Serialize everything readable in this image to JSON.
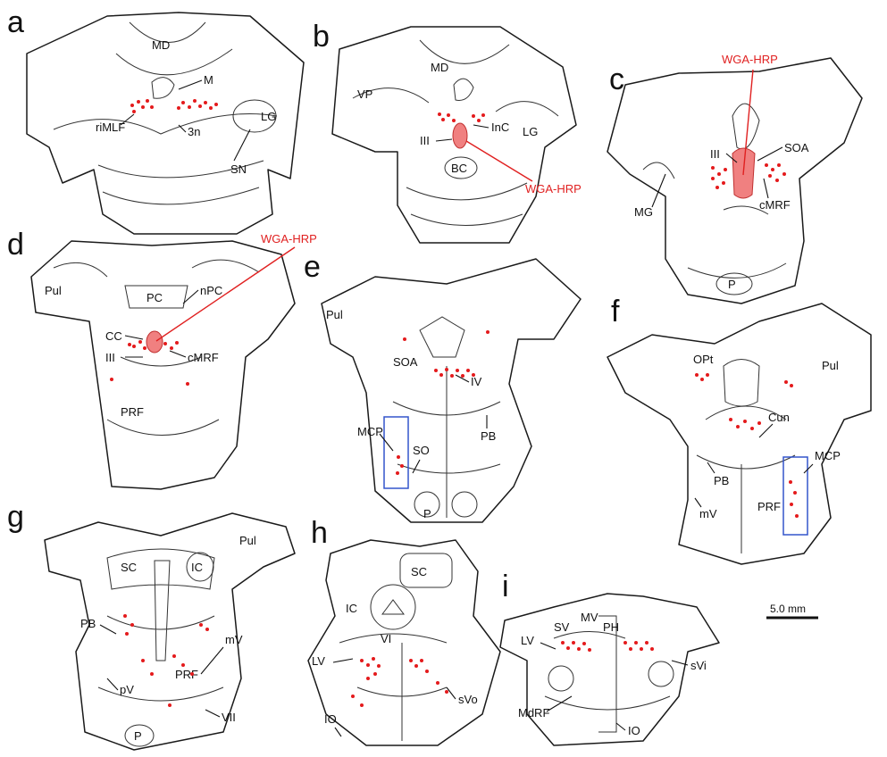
{
  "panels": {
    "a": {
      "letter": "a",
      "labels": {
        "md": "MD",
        "m": "M",
        "rimlf": "riMLF",
        "n3": "3n",
        "lg": "LG",
        "sn": "SN"
      }
    },
    "b": {
      "letter": "b",
      "labels": {
        "md": "MD",
        "vp": "VP",
        "inc": "InC",
        "iii": "III",
        "lg": "LG",
        "bc": "BC",
        "wga": "WGA-HRP"
      }
    },
    "c": {
      "letter": "c",
      "labels": {
        "wga": "WGA-HRP",
        "soa": "SOA",
        "iii": "III",
        "mg": "MG",
        "cmrf": "cMRF",
        "p": "P"
      }
    },
    "d": {
      "letter": "d",
      "labels": {
        "wga": "WGA-HRP",
        "pul": "Pul",
        "pc": "PC",
        "npc": "nPC",
        "cc": "CC",
        "iii": "III",
        "cmrf": "cMRF",
        "prf": "PRF"
      }
    },
    "e": {
      "letter": "e",
      "labels": {
        "pul": "Pul",
        "soa": "SOA",
        "iv": "IV",
        "mcp": "MCP",
        "so": "SO",
        "pb": "PB",
        "p": "P"
      }
    },
    "f": {
      "letter": "f",
      "labels": {
        "opt": "OPt",
        "pul": "Pul",
        "cun": "Cun",
        "mcp": "MCP",
        "pb": "PB",
        "mv": "mV",
        "prf": "PRF"
      }
    },
    "g": {
      "letter": "g",
      "labels": {
        "pul": "Pul",
        "sc": "SC",
        "ic": "IC",
        "pb": "PB",
        "mv": "mV",
        "prf": "PRF",
        "pv": "pV",
        "vii": "VII",
        "p": "P"
      }
    },
    "h": {
      "letter": "h",
      "labels": {
        "sc": "SC",
        "ic": "IC",
        "vi": "VI",
        "lv": "LV",
        "sv": "sVo",
        "io": "IO"
      }
    },
    "i": {
      "letter": "i",
      "labels": {
        "mv": "MV",
        "sv": "SV",
        "ph": "PH",
        "lv": "LV",
        "svi": "sVi",
        "mdrf": "MdRF",
        "io": "IO"
      }
    }
  },
  "scale_bar": {
    "label": "5.0 mm"
  },
  "colors": {
    "labeled_neurons": "#e41a1c",
    "injection": "#f08080",
    "inset_box": "#3355cc"
  }
}
